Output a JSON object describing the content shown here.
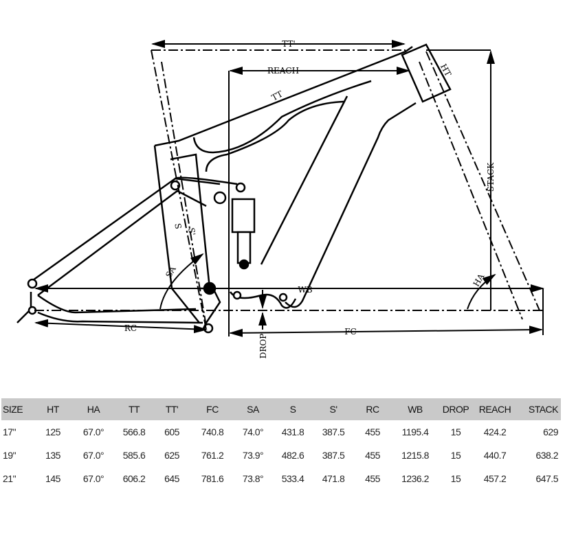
{
  "diagram": {
    "labels": {
      "tt_prime": "TT'",
      "reach": "REACH",
      "tt": "TT",
      "ht": "HT",
      "stack": "STACK",
      "s": "S",
      "s_prime": "S'",
      "sa": "SA",
      "wb": "WB",
      "ha": "HA",
      "rc": "RC",
      "fc": "FC",
      "drop": "DROP"
    }
  },
  "table": {
    "headers": [
      "SIZE",
      "HT",
      "HA",
      "TT",
      "TT'",
      "FC",
      "SA",
      "S",
      "S'",
      "RC",
      "WB",
      "DROP",
      "REACH",
      "STACK"
    ],
    "rows": [
      [
        "17\"",
        "125",
        "67.0°",
        "566.8",
        "605",
        "740.8",
        "74.0°",
        "431.8",
        "387.5",
        "455",
        "1195.4",
        "15",
        "424.2",
        "629"
      ],
      [
        "19\"",
        "135",
        "67.0°",
        "585.6",
        "625",
        "761.2",
        "73.9°",
        "482.6",
        "387.5",
        "455",
        "1215.8",
        "15",
        "440.7",
        "638.2"
      ],
      [
        "21\"",
        "145",
        "67.0°",
        "606.2",
        "645",
        "781.6",
        "73.8°",
        "533.4",
        "471.8",
        "455",
        "1236.2",
        "15",
        "457.2",
        "647.5"
      ]
    ]
  }
}
